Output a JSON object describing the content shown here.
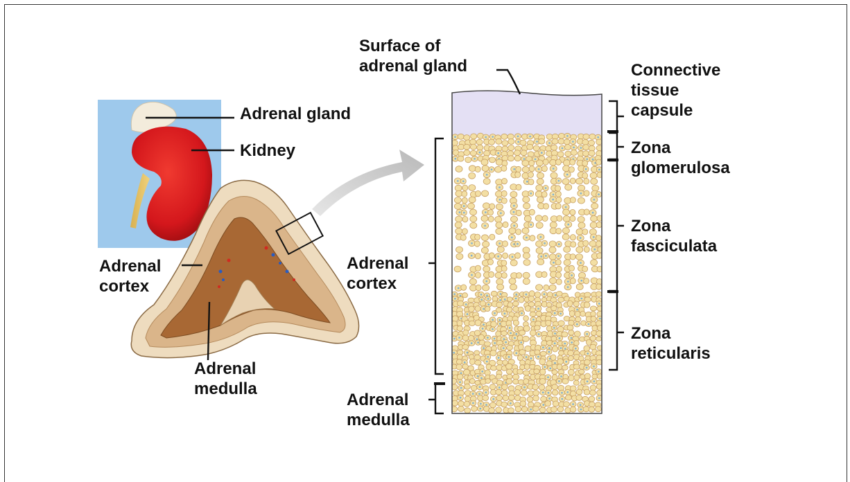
{
  "labels": {
    "adrenal_gland": "Adrenal gland",
    "kidney": "Kidney",
    "adrenal_cortex_left": "Adrenal\ncortex",
    "adrenal_medulla_left": "Adrenal\nmedulla",
    "surface": "Surface of\nadrenal gland",
    "connective_tissue_capsule": "Connective\ntissue\ncapsule",
    "zona_glomerulosa": "Zona\nglomerulosa",
    "zona_fasciculata": "Zona\nfasciculata",
    "zona_reticularis": "Zona\nreticularis",
    "adrenal_cortex_right": "Adrenal\ncortex",
    "adrenal_medulla_right": "Adrenal\nmedulla"
  },
  "colors": {
    "inset_background": "#9ec9ec",
    "kidney": "#d4171c",
    "gland_tissue": "#c9925c",
    "capsule": "#e4e0f4",
    "cells": "#f3dfa4",
    "cell_outline": "#c79f62"
  }
}
